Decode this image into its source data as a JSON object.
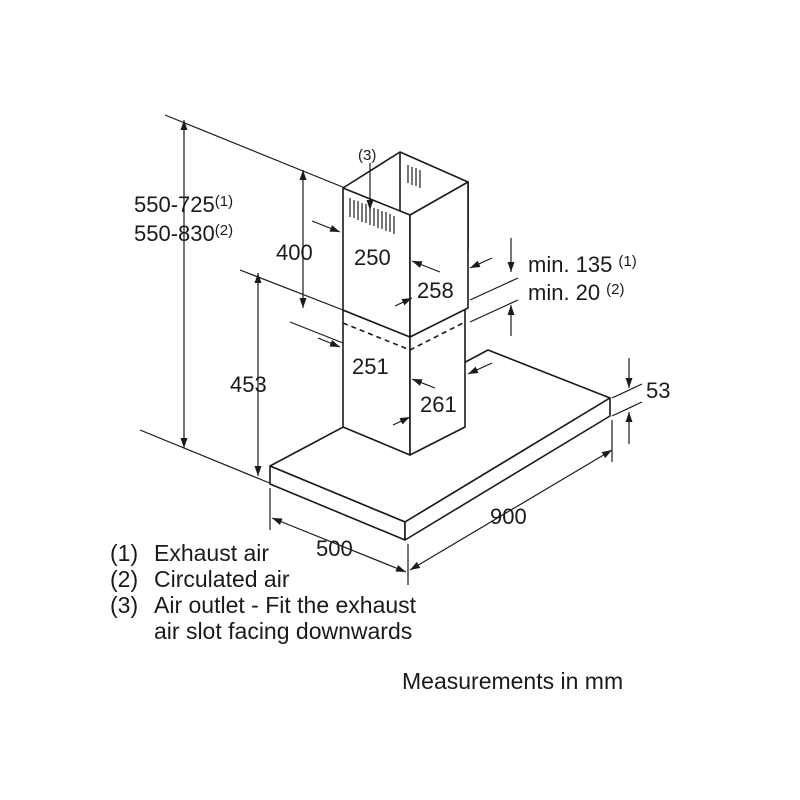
{
  "dimensions": {
    "total_height_exhaust": "550-725",
    "total_height_exhaust_note": "(1)",
    "total_height_circulated": "550-830",
    "total_height_circulated_note": "(2)",
    "upper_chimney_height": "400",
    "upper_chimney_width": "250",
    "upper_chimney_depth": "258",
    "lower_chimney_width": "251",
    "lower_chimney_depth": "261",
    "lower_chimney_height": "453",
    "ceiling_gap_exhaust": "min. 135",
    "ceiling_gap_exhaust_note": "(1)",
    "ceiling_gap_circulated": "min. 20",
    "ceiling_gap_circulated_note": "(2)",
    "canopy_thickness": "53",
    "canopy_width": "900",
    "canopy_depth": "500",
    "air_outlet_callout": "(3)"
  },
  "legend": [
    {
      "key": "(1)",
      "text": "Exhaust air"
    },
    {
      "key": "(2)",
      "text": "Circulated air"
    },
    {
      "key": "(3)",
      "text": "Air outlet - Fit the exhaust",
      "continuation": "air slot facing downwards"
    }
  ],
  "units_note": "Measurements in mm"
}
